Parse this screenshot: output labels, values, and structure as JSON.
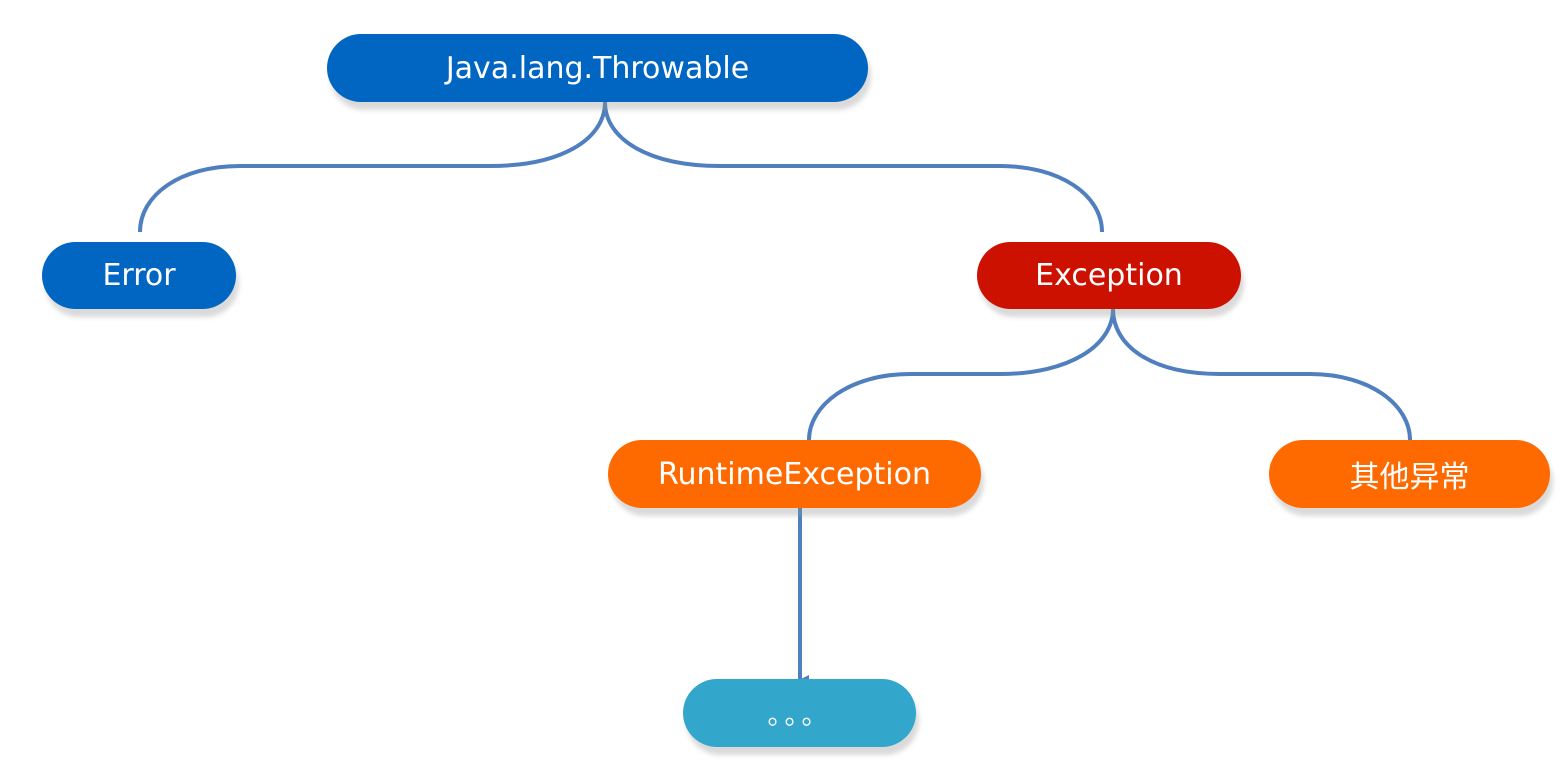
{
  "nodes": {
    "throwable": {
      "label": "Java.lang.Throwable",
      "color": "#0066c2"
    },
    "error": {
      "label": "Error",
      "color": "#0066c2"
    },
    "exception": {
      "label": "Exception",
      "color": "#cc1100"
    },
    "runtime_exception": {
      "label": "RuntimeException",
      "color": "#ff6a00"
    },
    "other_exceptions": {
      "label": "其他异常",
      "color": "#ff6a00"
    },
    "more": {
      "label": "。。。",
      "color": "#33a6cc"
    }
  },
  "connector_color": "#4f7fbf"
}
